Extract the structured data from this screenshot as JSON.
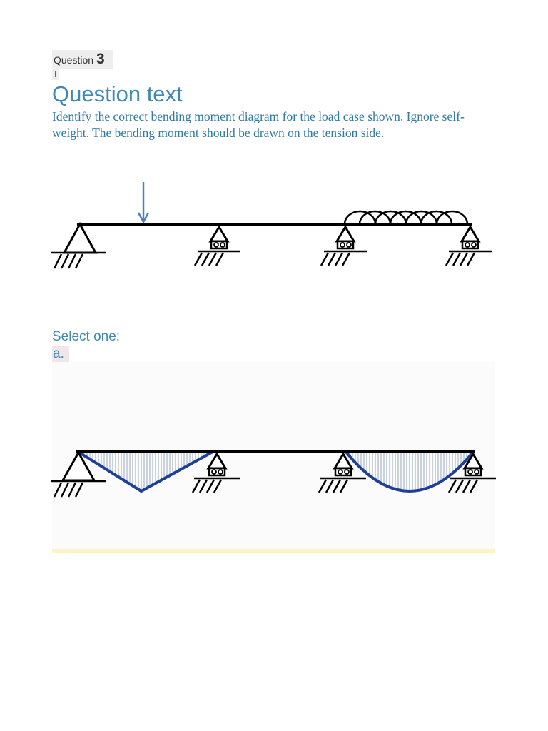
{
  "question": {
    "label": "Question",
    "number": "3",
    "flag_text": "I",
    "title": "Question text",
    "body": "Identify the correct bending moment diagram for the load case shown. Ignore self-weight. The bending moment should be drawn on the tension side."
  },
  "answers": {
    "prompt": "Select one:",
    "options": [
      {
        "letter": "a."
      }
    ]
  },
  "colors": {
    "accent": "#3d88b4",
    "load_arrow": "#4f81bd",
    "moment_curve": "#1f3e96",
    "hatch": "#9aa9c4",
    "feedback": "#fdf3c5"
  }
}
